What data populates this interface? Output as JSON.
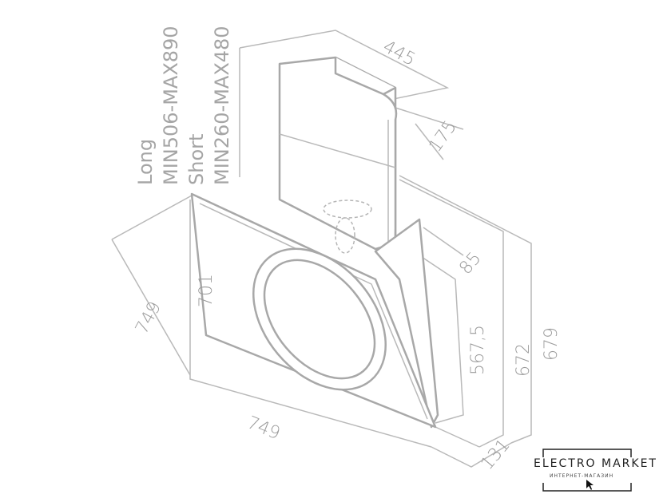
{
  "labels": {
    "long": "Long",
    "long_range": "MIN506-MAX890",
    "short": "Short",
    "short_range": "MIN260-MAX480"
  },
  "dimensions": {
    "width_top": "445",
    "depth_top": "175",
    "diag_left": "749",
    "height_panel": "701",
    "width_bottom": "749",
    "height_567": "567,5",
    "height_672": "672",
    "height_679": "679",
    "depth_131": "131",
    "depth_85": "85"
  },
  "logo": {
    "name": "ELECTRO MARKET",
    "subtitle": "ИНТЕРНЕТ-МАГАЗИН"
  }
}
